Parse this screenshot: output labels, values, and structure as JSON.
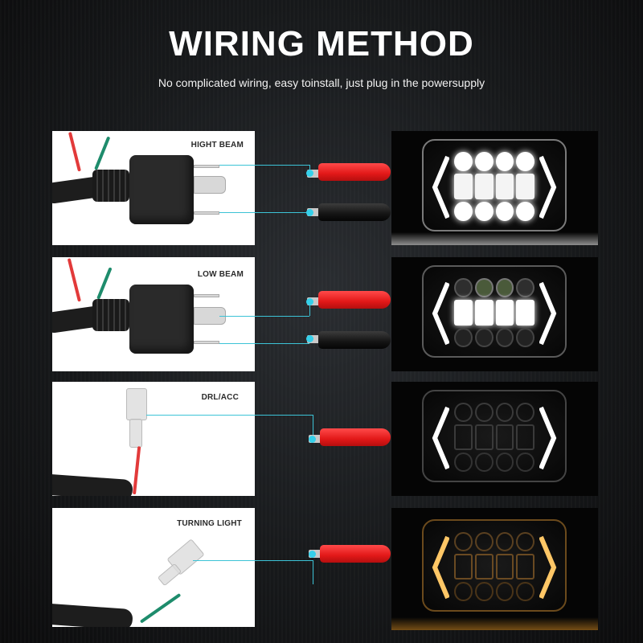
{
  "header": {
    "title": "WIRING METHOD",
    "subtitle": "No complicated wiring, easy toinstall, just plug in the powersupply"
  },
  "colors": {
    "background": "#151719",
    "title": "#ffffff",
    "connector_line": "#3cc3d6",
    "clip_red": "#e21818",
    "clip_black": "#141414",
    "led_white": "#ffffff",
    "led_amber": "#ffa629"
  },
  "rows": [
    {
      "label": "HIGHT BEAM",
      "connector": "h4-plug",
      "clips": [
        "red",
        "black"
      ],
      "lamp_state": "high-beam"
    },
    {
      "label": "LOW BEAM",
      "connector": "h4-plug",
      "clips": [
        "red",
        "black"
      ],
      "lamp_state": "low-beam"
    },
    {
      "label": "DRL/ACC",
      "connector": "spade-terminal-red-wire",
      "clips": [
        "red"
      ],
      "lamp_state": "drl-white"
    },
    {
      "label": "TURNING LIGHT",
      "connector": "spade-terminal-green-wire",
      "clips": [
        "red"
      ],
      "lamp_state": "turn-amber"
    }
  ]
}
